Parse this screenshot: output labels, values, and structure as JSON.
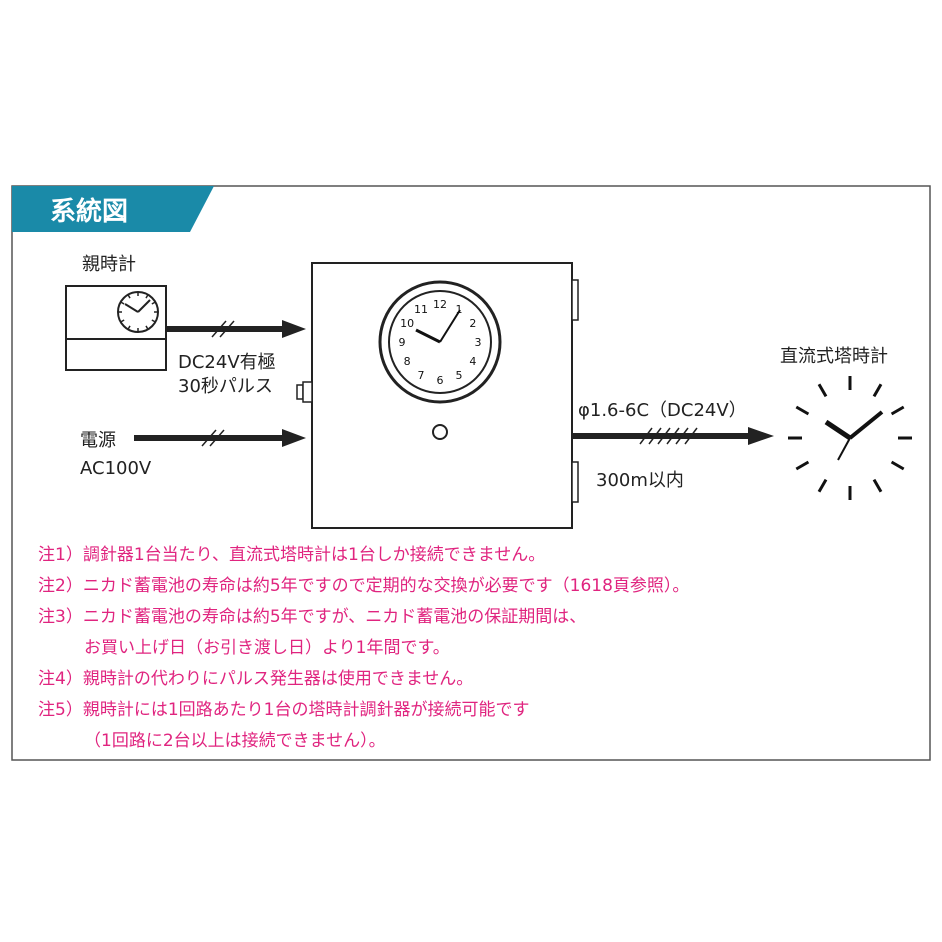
{
  "header": {
    "title": "系統図",
    "color": "#1a8aa8"
  },
  "master_clock": {
    "label": "親時計"
  },
  "signal": {
    "line1": "DC24V有極",
    "line2": "30秒パルス"
  },
  "power": {
    "line1": "電源",
    "line2": "AC100V"
  },
  "controller": {
    "dial_numbers": [
      "12",
      "1",
      "2",
      "3",
      "4",
      "5",
      "6",
      "7",
      "8",
      "9",
      "10",
      "11"
    ]
  },
  "output": {
    "cable": "φ1.6-6C（DC24V）",
    "distance": "300m以内"
  },
  "tower_clock": {
    "label": "直流式塔時計"
  },
  "notes": {
    "color": "#e0247f",
    "lines": [
      "注1）調針器1台当たり、直流式塔時計は1台しか接続できません。",
      "注2）ニカド蓄電池の寿命は約5年ですので定期的な交換が必要です（1618頁参照）。",
      "注3）ニカド蓄電池の寿命は約5年ですが、ニカド蓄電池の保証期間は、",
      "お買い上げ日（お引き渡し日）より1年間です。",
      "注4）親時計の代わりにパルス発生器は使用できません。",
      "注5）親時計には1回路あたり1台の塔時計調針器が接続可能です",
      "（1回路に2台以上は接続できません）。"
    ]
  }
}
